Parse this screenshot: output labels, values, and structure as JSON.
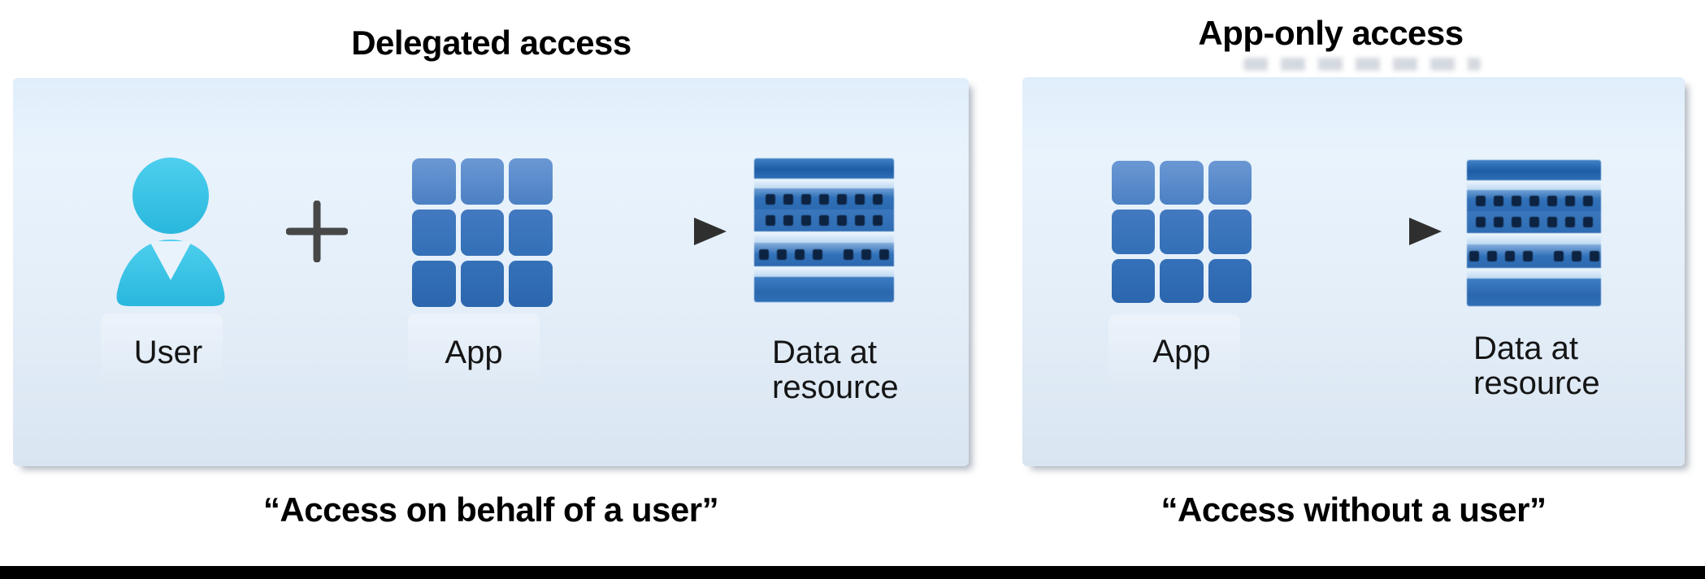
{
  "diagram": {
    "left": {
      "title": "Delegated access",
      "caption": "“Access on behalf of a user”",
      "user_label": "User",
      "app_label": "App",
      "data_label_line1": "Data at",
      "data_label_line2": "resource",
      "icons": [
        "user-icon",
        "plus-icon",
        "app-grid-icon",
        "arrow-right-icon",
        "data-resource-icon"
      ]
    },
    "right": {
      "title": "App-only access",
      "caption": "“Access without a user”",
      "app_label": "App",
      "data_label_line1": "Data at",
      "data_label_line2": "resource",
      "icons": [
        "app-grid-icon",
        "arrow-right-icon",
        "data-resource-icon"
      ]
    },
    "colors": {
      "panel_background_top": "#e7f2fc",
      "panel_background_bottom": "#d9e5f1",
      "user_icon_cyan": "#35c1e4",
      "app_tile_blue_light": "#6b98d4",
      "app_tile_blue_dark": "#2b66ae",
      "data_stripe_blue": "#2d6cb3",
      "data_stripe_light": "#cfe3f5",
      "data_dot_navy": "#0d2342",
      "arrow_gray": "#3f3f3f",
      "title_text": "#000000",
      "label_text": "#151515",
      "bottom_bar": "#000000"
    }
  }
}
